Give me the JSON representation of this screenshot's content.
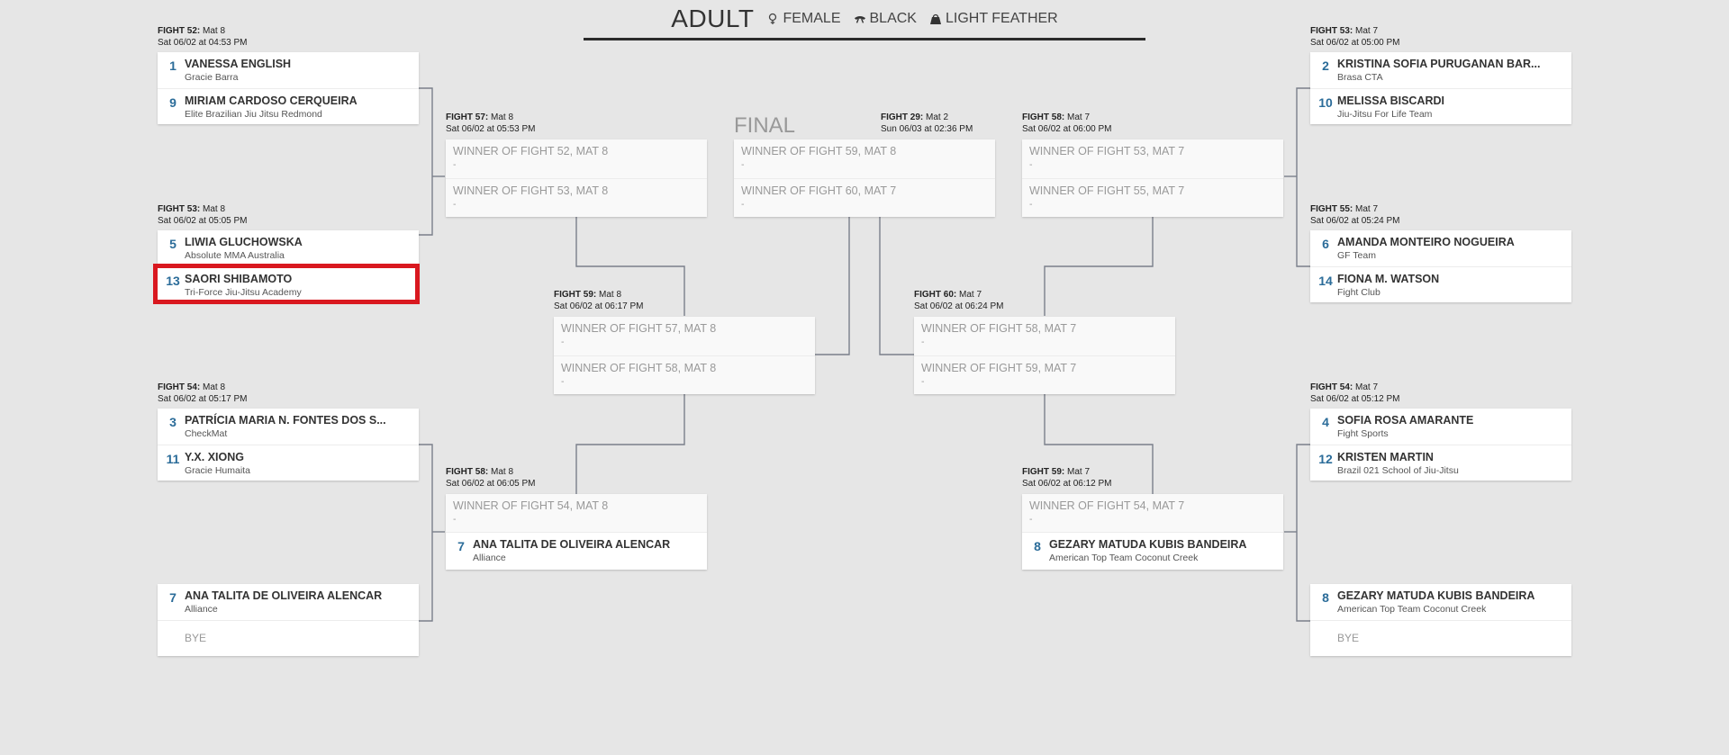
{
  "header": {
    "division": "ADULT",
    "gender": "FEMALE",
    "belt": "BLACK",
    "weight": "LIGHT FEATHER"
  },
  "final_label": "FINAL",
  "fights": {
    "f52_mat8": {
      "num": "FIGHT 52:",
      "mat": "Mat 8",
      "time": "Sat 06/02 at 04:53 PM"
    },
    "f53_mat8": {
      "num": "FIGHT 53:",
      "mat": "Mat 8",
      "time": "Sat 06/02 at 05:05 PM"
    },
    "f54_mat8": {
      "num": "FIGHT 54:",
      "mat": "Mat 8",
      "time": "Sat 06/02 at 05:17 PM"
    },
    "f57_mat8": {
      "num": "FIGHT 57:",
      "mat": "Mat 8",
      "time": "Sat 06/02 at 05:53 PM"
    },
    "f58_mat8": {
      "num": "FIGHT 58:",
      "mat": "Mat 8",
      "time": "Sat 06/02 at 06:05 PM"
    },
    "f59_mat8": {
      "num": "FIGHT 59:",
      "mat": "Mat 8",
      "time": "Sat 06/02 at 06:17 PM"
    },
    "f29_mat2": {
      "num": "FIGHT 29:",
      "mat": "Mat 2",
      "time": "Sun 06/03 at 02:36 PM"
    },
    "f60_mat7": {
      "num": "FIGHT 60:",
      "mat": "Mat 7",
      "time": "Sat 06/02 at 06:24 PM"
    },
    "f58_mat7": {
      "num": "FIGHT 58:",
      "mat": "Mat 7",
      "time": "Sat 06/02 at 06:00 PM"
    },
    "f59_mat7": {
      "num": "FIGHT 59:",
      "mat": "Mat 7",
      "time": "Sat 06/02 at 06:12 PM"
    },
    "f53_mat7": {
      "num": "FIGHT 53:",
      "mat": "Mat 7",
      "time": "Sat 06/02 at 05:00 PM"
    },
    "f55_mat7": {
      "num": "FIGHT 55:",
      "mat": "Mat 7",
      "time": "Sat 06/02 at 05:24 PM"
    },
    "f54_mat7": {
      "num": "FIGHT 54:",
      "mat": "Mat 7",
      "time": "Sat 06/02 at 05:12 PM"
    }
  },
  "left": {
    "m52": [
      {
        "seed": "1",
        "name": "VANESSA ENGLISH",
        "team": "Gracie Barra"
      },
      {
        "seed": "9",
        "name": "MIRIAM CARDOSO CERQUEIRA",
        "team": "Elite Brazilian Jiu Jitsu Redmond"
      }
    ],
    "m53": [
      {
        "seed": "5",
        "name": "LIWIA GLUCHOWSKA",
        "team": "Absolute MMA Australia"
      },
      {
        "seed": "13",
        "name": "SAORI SHIBAMOTO",
        "team": "Tri-Force Jiu-Jitsu Academy"
      }
    ],
    "m54": [
      {
        "seed": "3",
        "name": "PATRÍCIA MARIA N. FONTES DOS S...",
        "team": "CheckMat"
      },
      {
        "seed": "11",
        "name": "Y.X. XIONG",
        "team": "Gracie Humaita"
      }
    ],
    "mbye": [
      {
        "seed": "7",
        "name": "ANA TALITA DE OLIVEIRA ALENCAR",
        "team": "Alliance"
      },
      {
        "bye": "BYE"
      }
    ],
    "q57": [
      {
        "label": "WINNER OF FIGHT 52, MAT 8",
        "dash": "-"
      },
      {
        "label": "WINNER OF FIGHT 53, MAT 8",
        "dash": "-"
      }
    ],
    "q58": {
      "pending": {
        "label": "WINNER OF FIGHT 54, MAT 8",
        "dash": "-"
      },
      "fighter": {
        "seed": "7",
        "name": "ANA TALITA DE OLIVEIRA ALENCAR",
        "team": "Alliance"
      }
    },
    "s59": [
      {
        "label": "WINNER OF FIGHT 57, MAT 8",
        "dash": "-"
      },
      {
        "label": "WINNER OF FIGHT 58, MAT 8",
        "dash": "-"
      }
    ]
  },
  "final": [
    {
      "label": "WINNER OF FIGHT 59, MAT 8",
      "dash": "-"
    },
    {
      "label": "WINNER OF FIGHT 60, MAT 7",
      "dash": "-"
    }
  ],
  "right": {
    "m53": [
      {
        "seed": "2",
        "name": "KRISTINA SOFIA PURUGANAN BAR...",
        "team": "Brasa CTA"
      },
      {
        "seed": "10",
        "name": "MELISSA BISCARDI",
        "team": "Jiu-Jitsu For Life Team"
      }
    ],
    "m55": [
      {
        "seed": "6",
        "name": "AMANDA MONTEIRO NOGUEIRA",
        "team": "GF Team"
      },
      {
        "seed": "14",
        "name": "FIONA M. WATSON",
        "team": "Fight Club"
      }
    ],
    "m54": [
      {
        "seed": "4",
        "name": "SOFIA ROSA AMARANTE",
        "team": "Fight Sports"
      },
      {
        "seed": "12",
        "name": "KRISTEN MARTIN",
        "team": "Brazil 021 School of Jiu-Jitsu"
      }
    ],
    "mbye": [
      {
        "seed": "8",
        "name": "GEZARY MATUDA KUBIS BANDEIRA",
        "team": "American Top Team Coconut Creek"
      },
      {
        "bye": "BYE"
      }
    ],
    "q58": [
      {
        "label": "WINNER OF FIGHT 53, MAT 7",
        "dash": "-"
      },
      {
        "label": "WINNER OF FIGHT 55, MAT 7",
        "dash": "-"
      }
    ],
    "q59": {
      "pending": {
        "label": "WINNER OF FIGHT 54, MAT 7",
        "dash": "-"
      },
      "fighter": {
        "seed": "8",
        "name": "GEZARY MATUDA KUBIS BANDEIRA",
        "team": "American Top Team Coconut Creek"
      }
    },
    "s60": [
      {
        "label": "WINNER OF FIGHT 58, MAT 7",
        "dash": "-"
      },
      {
        "label": "WINNER OF FIGHT 59, MAT 7",
        "dash": "-"
      }
    ]
  }
}
